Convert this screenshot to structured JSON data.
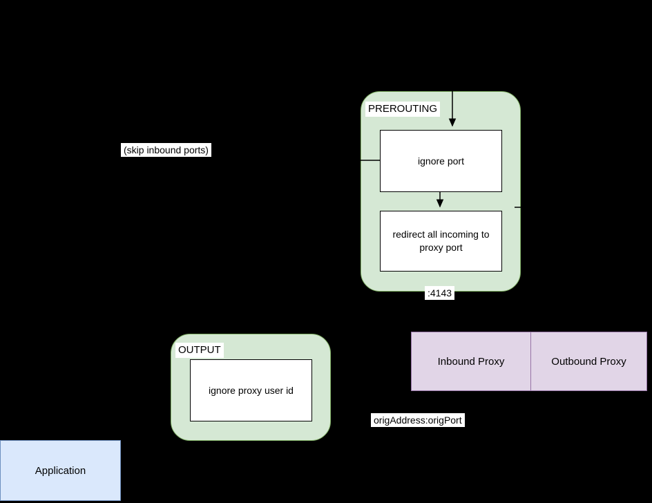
{
  "diagram": {
    "background_color": "#000000",
    "prerouting": {
      "title": "PREROUTING",
      "ignore_port_label": "ignore port",
      "redirect_label": "redirect all incoming to proxy port"
    },
    "output": {
      "title": "OUTPUT",
      "ignore_proxy_user_label": "ignore proxy user id"
    },
    "annotations": {
      "skip_inbound_ports": "(skip inbound ports)",
      "proxy_port": ":4143",
      "orig_address_port": "origAddress:origPort"
    },
    "proxies": {
      "inbound_label": "Inbound Proxy",
      "outbound_label": "Outbound Proxy"
    },
    "application_label": "Application",
    "colors": {
      "chain_fill": "#d5e8d4",
      "chain_border": "#82b366",
      "proxy_fill": "#e1d5e7",
      "proxy_border": "#9673a6",
      "application_fill": "#dae8fc",
      "application_border": "#6c8ebf",
      "node_fill": "#ffffff",
      "node_border": "#000000",
      "connector": "#000000",
      "label_background": "#ffffff",
      "text": "#000000"
    }
  }
}
